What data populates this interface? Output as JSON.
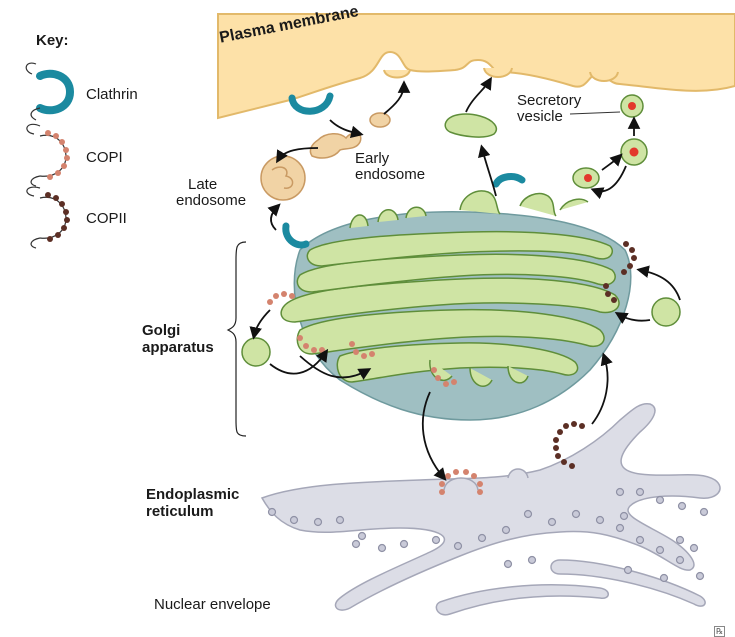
{
  "key": {
    "title": "Key:",
    "items": [
      {
        "label": "Clathrin",
        "color": "#1b8aa0"
      },
      {
        "label": "COPI",
        "color": "#d4836e"
      },
      {
        "label": "COPII",
        "color": "#5c2f25"
      }
    ]
  },
  "labels": {
    "plasma_membrane": "Plasma membrane",
    "secretory_vesicle": [
      "Secretory",
      "vesicle"
    ],
    "early_endosome": [
      "Early",
      "endosome"
    ],
    "late_endosome": [
      "Late",
      "endosome"
    ],
    "golgi": [
      "Golgi",
      "apparatus"
    ],
    "er": [
      "Endoplasmic",
      "reticulum"
    ],
    "nuclear_envelope": "Nuclear envelope"
  },
  "colors": {
    "membrane_fill": "#fde1a8",
    "membrane_stroke": "#e2b96a",
    "golgi_fill": "#cfe4a4",
    "golgi_stroke": "#5f8e3a",
    "golgi_shadow": "#9fbfc2",
    "er_fill": "#dcdde6",
    "er_stroke": "#a5a7b8",
    "clathrin": "#1b8aa0",
    "copi": "#d4836e",
    "copii": "#5c2f25",
    "endosome": "#f1d3a5",
    "cargo": "#e3382c"
  },
  "copyright_mark": "℞"
}
